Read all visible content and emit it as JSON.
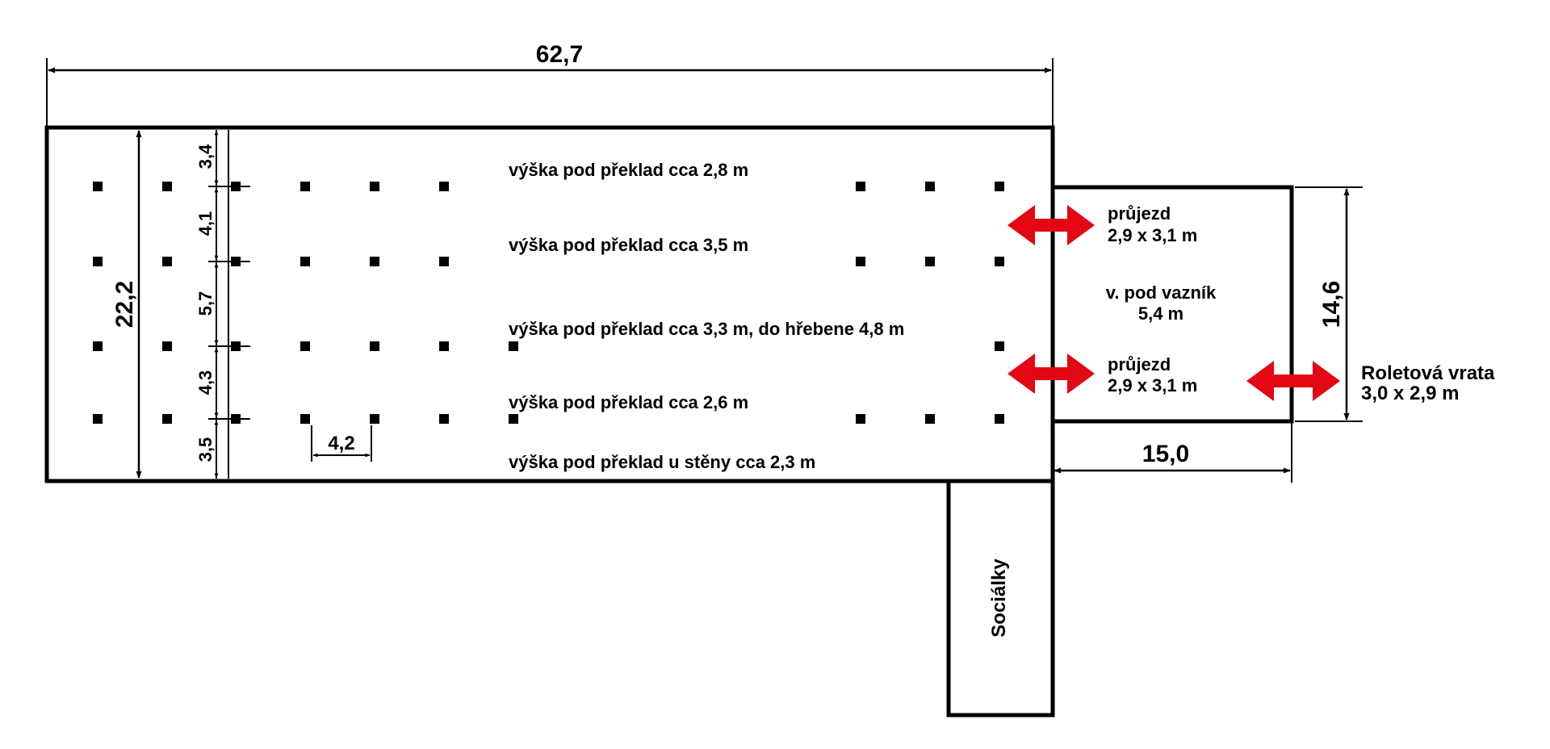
{
  "dimensions": {
    "total_length": "62,7",
    "total_width": "22,2",
    "annex_length": "15,0",
    "annex_width": "14,6",
    "column_spacing": "4,2",
    "bay_widths": [
      "3,4",
      "4,1",
      "5,7",
      "4,3",
      "3,5"
    ]
  },
  "heights": {
    "row1": "výška pod překlad cca 2,8 m",
    "row2": "výška pod překlad cca 3,5 m",
    "row3": "výška pod překlad cca 3,3 m, do hřebene 4,8 m",
    "row4": "výška pod překlad cca 2,6 m",
    "row5": "výška pod překlad u stěny cca  2,3 m"
  },
  "annex": {
    "passage_top": {
      "title": "průjezd",
      "size": "2,9 x 3,1 m"
    },
    "truss_label": "v. pod vazník",
    "truss_value": "5,4 m",
    "passage_bottom": {
      "title": "průjezd",
      "size": "2,9 x 3,1 m"
    }
  },
  "door": {
    "title": "Roletová vrata",
    "size": "3,0 x 2,9 m"
  },
  "social_label": "Sociálky",
  "colors": {
    "line": "#000000",
    "arrow": "#e30613",
    "column": "#000000"
  }
}
